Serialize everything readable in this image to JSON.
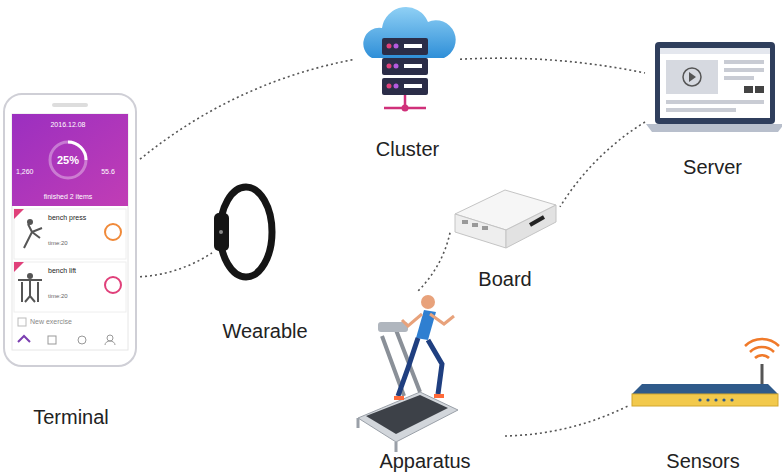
{
  "diagram": {
    "nodes": [
      {
        "text": [
          "Terminal"
        ]
      },
      {
        "text": [
          "Wearable"
        ]
      },
      {
        "text": [
          "Cluster"
        ]
      },
      {
        "text": [
          "Server"
        ]
      },
      {
        "text": [
          "Board"
        ]
      },
      {
        "text": [
          "Apparatus"
        ]
      },
      {
        "text": [
          "Sensors"
        ]
      }
    ],
    "edges": [
      {
        "from": 0,
        "to": 2,
        "arrow": "none"
      },
      {
        "from": 0,
        "to": 1,
        "arrow": "none"
      },
      {
        "from": 2,
        "to": 3,
        "arrow": "none"
      },
      {
        "from": 3,
        "to": 4,
        "arrow": "none"
      },
      {
        "from": 4,
        "to": 5,
        "arrow": "none"
      },
      {
        "from": 5,
        "to": 6,
        "arrow": "none"
      }
    ],
    "labels": [
      "2016.12.08",
      "25%",
      "1,260",
      "55.6",
      "finished 2 items",
      "bench press",
      "time:20",
      "bench lift",
      "time:20",
      "New exercise"
    ]
  }
}
